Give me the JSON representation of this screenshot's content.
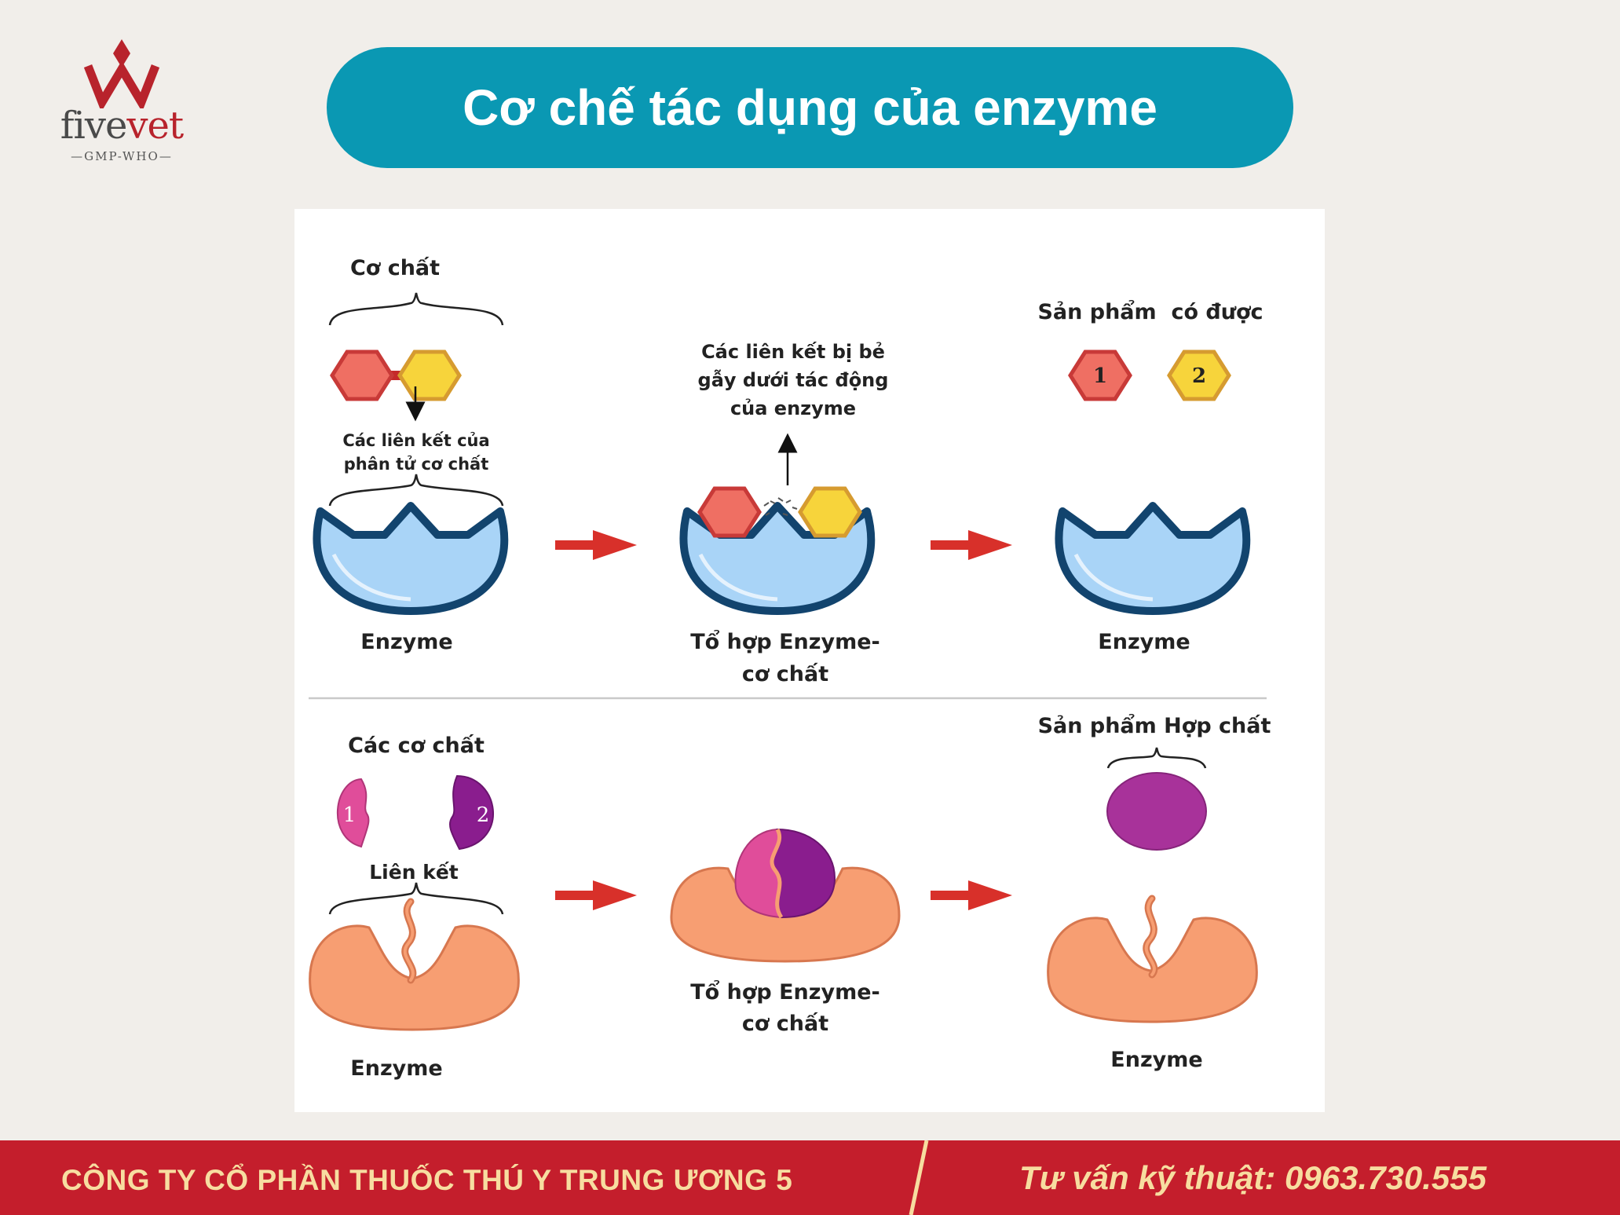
{
  "brand": {
    "name_main": "five",
    "name_accent": "vet",
    "tagline": "GMP-WHO",
    "color": "#b8232c"
  },
  "title": "Cơ chế tác dụng của enzyme",
  "diagram": {
    "top_row": {
      "substrate_label": "Cơ chất",
      "bonds_label_1": "Các liên kết của",
      "bonds_label_2": "phân tử cơ chất",
      "enzyme_left_label": "Enzyme",
      "broken_bonds_1": "Các liên kết bị bẻ",
      "broken_bonds_2": "gẫy dưới tác động",
      "broken_bonds_3": "của enzyme",
      "complex_label_1": "Tổ hợp Enzyme-",
      "complex_label_2": "cơ chất",
      "products_label": "Sản phẩm  có được",
      "product_1": "1",
      "product_2": "2",
      "enzyme_right_label": "Enzyme"
    },
    "bottom_row": {
      "substrates_label": "Các cơ chất",
      "substrate_1": "1",
      "substrate_2": "2",
      "bond_label": "Liên kết",
      "enzyme_left_label": "Enzyme",
      "complex_label_1": "Tổ hợp Enzyme-",
      "complex_label_2": "cơ chất",
      "product_label": "Sản phẩm Hợp chất",
      "enzyme_right_label": "Enzyme"
    }
  },
  "footer": {
    "company": "CÔNG TY CỔ PHẦN THUỐC THÚ Y TRUNG ƯƠNG 5",
    "hotline": "Tư vấn kỹ thuật: 0963.730.555"
  },
  "colors": {
    "title_bg": "#0a98b3",
    "footer_bg": "#c41e2c",
    "footer_text": "#f7dda0",
    "arrow": "#d8302a"
  }
}
